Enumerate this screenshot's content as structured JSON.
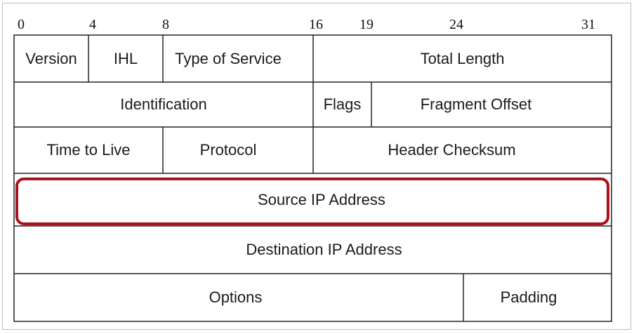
{
  "bit_labels": [
    "0",
    "4",
    "8",
    "16",
    "19",
    "24",
    "31"
  ],
  "rows": [
    [
      "Version",
      "IHL",
      "Type of Service",
      "Total Length"
    ],
    [
      "Identification",
      "Flags",
      "Fragment Offset"
    ],
    [
      "Time to Live",
      "Protocol",
      "Header Checksum"
    ],
    [
      "Source IP Address"
    ],
    [
      "Destination IP Address"
    ],
    [
      "Options",
      "Padding"
    ]
  ],
  "highlight_color": "#a8121a"
}
